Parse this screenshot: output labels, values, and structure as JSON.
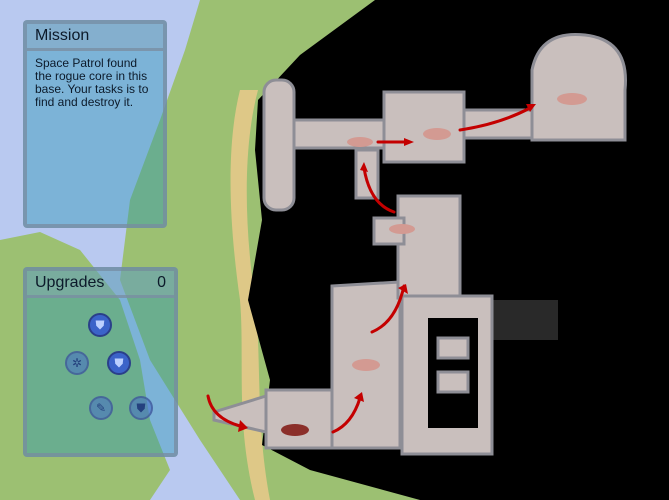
{
  "mission": {
    "title": "Mission",
    "text": "Space Patrol found the rogue core in this base. Your tasks is to find and destroy it."
  },
  "upgrades": {
    "title": "Upgrades",
    "count": "0",
    "items": [
      {
        "icon": "shield-icon",
        "glyph": "⛊",
        "state": "active"
      },
      {
        "icon": "shield-icon",
        "glyph": "⛊",
        "state": "active"
      },
      {
        "icon": "gear-icon",
        "glyph": "✲",
        "state": "locked"
      },
      {
        "icon": "wrench-icon",
        "glyph": "✎",
        "state": "locked"
      },
      {
        "icon": "shield-icon",
        "glyph": "⛊",
        "state": "locked"
      }
    ]
  },
  "colors": {
    "water": "#b9c9f0",
    "land": "#9cc072",
    "darkness": "#000000",
    "floor": "#c9bfbd",
    "wall": "#8e8e96",
    "path_arrow": "#c40000",
    "pad": "#d39a92"
  }
}
